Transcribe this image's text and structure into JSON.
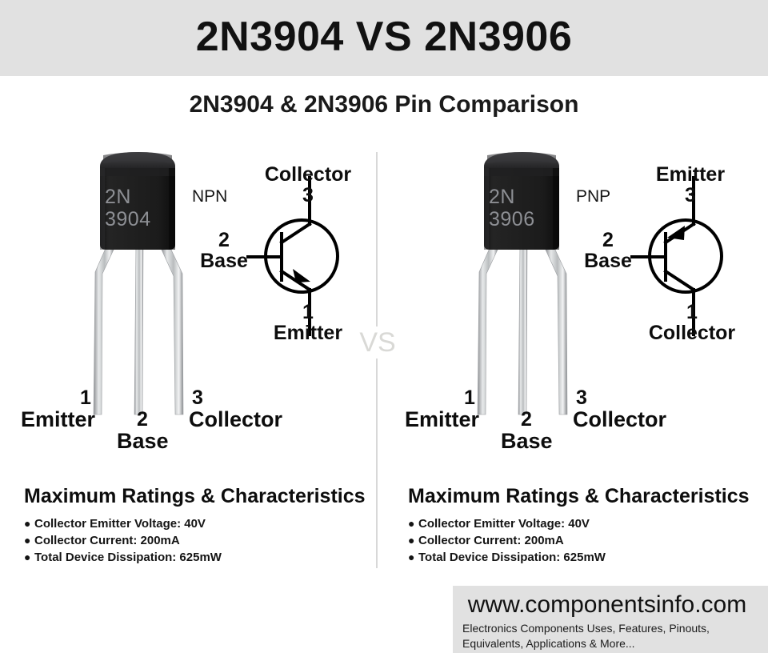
{
  "header": {
    "title": "2N3904 VS 2N3906",
    "subtitle": "2N3904 & 2N3906 Pin Comparison",
    "band_color": "#e1e1e1"
  },
  "watermark": {
    "text": "VS",
    "color": "#d9d9d6"
  },
  "left": {
    "package": {
      "line1": "2N",
      "line2": "3904",
      "type": "NPN",
      "body_color": "#1a1a1a",
      "marking_color": "#8d8f94"
    },
    "symbol": {
      "top_num": "3",
      "top_name": "Collector",
      "base_num": "2",
      "base_name": "Base",
      "bottom_num": "1",
      "bottom_name": "Emitter",
      "arrow_direction": "out"
    },
    "pinout": [
      {
        "num": "1",
        "name": "Emitter"
      },
      {
        "num": "2",
        "name": "Base"
      },
      {
        "num": "3",
        "name": "Collector"
      }
    ],
    "ratings": {
      "heading": "Maximum Ratings & Characteristics",
      "items": [
        "Collector Emitter Voltage: 40V",
        "Collector Current: 200mA",
        "Total Device Dissipation: 625mW"
      ]
    }
  },
  "right": {
    "package": {
      "line1": "2N",
      "line2": "3906",
      "type": "PNP",
      "body_color": "#1a1a1a",
      "marking_color": "#8d8f94"
    },
    "symbol": {
      "top_num": "3",
      "top_name": "Emitter",
      "base_num": "2",
      "base_name": "Base",
      "bottom_num": "1",
      "bottom_name": "Collector",
      "arrow_direction": "in"
    },
    "pinout": [
      {
        "num": "1",
        "name": "Emitter"
      },
      {
        "num": "2",
        "name": "Base"
      },
      {
        "num": "3",
        "name": "Collector"
      }
    ],
    "ratings": {
      "heading": "Maximum Ratings & Characteristics",
      "items": [
        "Collector Emitter Voltage: 40V",
        "Collector Current: 200mA",
        "Total Device Dissipation: 625mW"
      ]
    }
  },
  "footer": {
    "url": "www.componentsinfo.com",
    "tagline_line1": "Electronics Components Uses, Features, Pinouts,",
    "tagline_line2": "Equivalents, Applications & More...",
    "box_color": "#e1e1e1"
  },
  "bullet_glyph": "●"
}
